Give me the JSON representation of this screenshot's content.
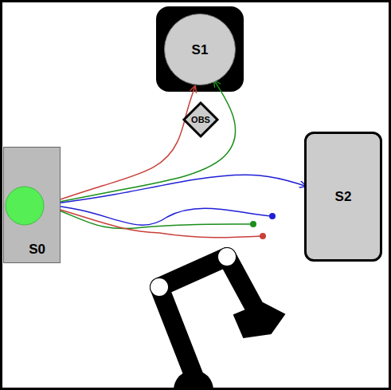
{
  "diagram": {
    "nodes": [
      {
        "text": [
          "S1"
        ]
      },
      {
        "text": [
          "OBS"
        ]
      },
      {
        "text": [
          "S2"
        ]
      },
      {
        "text": [
          "S0"
        ]
      }
    ],
    "edges": [
      {
        "from": 3,
        "to": 0,
        "arrow": "to"
      },
      {
        "from": 3,
        "to": 0,
        "arrow": "to"
      },
      {
        "from": 3,
        "to": 2,
        "arrow": "to"
      }
    ]
  }
}
